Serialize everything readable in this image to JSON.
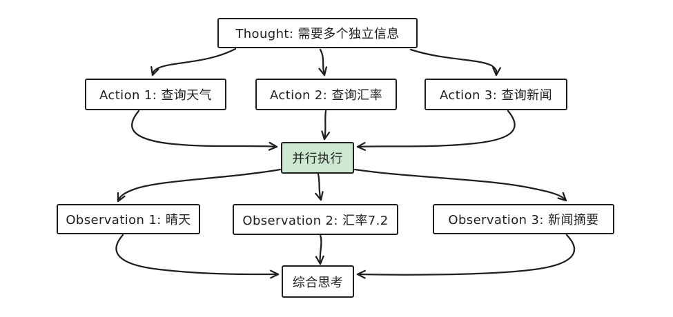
{
  "diagram": {
    "type": "flowchart",
    "colors": {
      "bg": "#ffffff",
      "stroke": "#1e1e1e",
      "node_fill": "#ffffff",
      "parallel_fill": "#cde8d0",
      "text": "#1e1e1e"
    },
    "nodes": {
      "thought": {
        "label": "Thought: 需要多个独立信息"
      },
      "action1": {
        "label": "Action 1: 查询天气"
      },
      "action2": {
        "label": "Action 2: 查询汇率"
      },
      "action3": {
        "label": "Action 3: 查询新闻"
      },
      "parallel": {
        "label": "并行执行"
      },
      "observation1": {
        "label": "Observation 1: 晴天"
      },
      "observation2": {
        "label": "Observation 2: 汇率7.2"
      },
      "observation3": {
        "label": "Observation 3: 新闻摘要"
      },
      "synthesis": {
        "label": "综合思考"
      }
    },
    "edges": [
      {
        "from": "thought",
        "to": "action1"
      },
      {
        "from": "thought",
        "to": "action2"
      },
      {
        "from": "thought",
        "to": "action3"
      },
      {
        "from": "action1",
        "to": "parallel"
      },
      {
        "from": "action2",
        "to": "parallel"
      },
      {
        "from": "action3",
        "to": "parallel"
      },
      {
        "from": "parallel",
        "to": "observation1"
      },
      {
        "from": "parallel",
        "to": "observation2"
      },
      {
        "from": "parallel",
        "to": "observation3"
      },
      {
        "from": "observation1",
        "to": "synthesis"
      },
      {
        "from": "observation2",
        "to": "synthesis"
      },
      {
        "from": "observation3",
        "to": "synthesis"
      }
    ]
  }
}
